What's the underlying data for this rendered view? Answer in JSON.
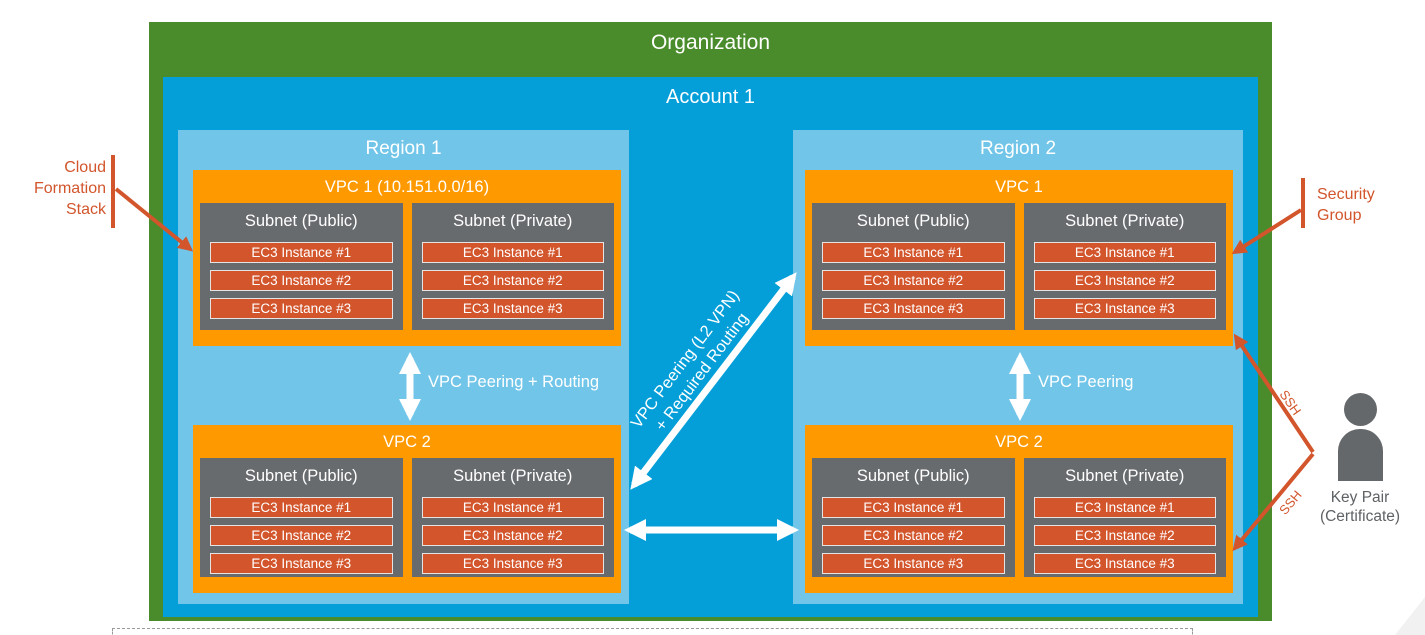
{
  "org": {
    "label": "Organization"
  },
  "account": {
    "label": "Account 1"
  },
  "regions": [
    {
      "label": "Region 1",
      "peering_label": "VPC Peering + Routing",
      "vpcs": [
        {
          "label": "VPC 1 (10.151.0.0/16)",
          "subnets": [
            {
              "label": "Subnet (Public)",
              "instances": [
                "EC3 Instance #1",
                "EC3 Instance #2",
                "EC3 Instance #3"
              ]
            },
            {
              "label": "Subnet (Private)",
              "instances": [
                "EC3 Instance #1",
                "EC3 Instance #2",
                "EC3 Instance #3"
              ]
            }
          ]
        },
        {
          "label": "VPC 2",
          "subnets": [
            {
              "label": "Subnet (Public)",
              "instances": [
                "EC3 Instance #1",
                "EC3 Instance #2",
                "EC3 Instance #3"
              ]
            },
            {
              "label": "Subnet (Private)",
              "instances": [
                "EC3 Instance #1",
                "EC3 Instance #2",
                "EC3 Instance #3"
              ]
            }
          ]
        }
      ]
    },
    {
      "label": "Region 2",
      "peering_label": "VPC Peering",
      "vpcs": [
        {
          "label": "VPC 1",
          "subnets": [
            {
              "label": "Subnet (Public)",
              "instances": [
                "EC3 Instance #1",
                "EC3 Instance #2",
                "EC3 Instance #3"
              ]
            },
            {
              "label": "Subnet (Private)",
              "instances": [
                "EC3 Instance #1",
                "EC3 Instance #2",
                "EC3 Instance #3"
              ]
            }
          ]
        },
        {
          "label": "VPC 2",
          "subnets": [
            {
              "label": "Subnet (Public)",
              "instances": [
                "EC3 Instance #1",
                "EC3 Instance #2",
                "EC3 Instance #3"
              ]
            },
            {
              "label": "Subnet (Private)",
              "instances": [
                "EC3 Instance #1",
                "EC3 Instance #2",
                "EC3 Instance #3"
              ]
            }
          ]
        }
      ]
    }
  ],
  "inter_region": {
    "line1": "VPC Peering (L2 VPN)",
    "line2": "+ Required Routing"
  },
  "annotations": {
    "cloud_formation_stack": {
      "lines": [
        "Cloud",
        "Formation",
        "Stack"
      ]
    },
    "security_group": {
      "lines": [
        "Security",
        "Group"
      ]
    },
    "key_pair": {
      "lines": [
        "Key Pair",
        "(Certificate)"
      ]
    },
    "ssh_top": "SSH",
    "ssh_bottom": "SSH"
  },
  "colors": {
    "organization_green": "#4A8C2B",
    "account_blue": "#049FD9",
    "region_light_blue": "#71C5E8",
    "vpc_orange": "#FF9900",
    "subnet_gray": "#686B6E",
    "instance_rust": "#D2552C",
    "annotation_rust": "#D2552C",
    "key_pair_gray": "#64686B",
    "arrow_white": "#FFFFFF"
  }
}
